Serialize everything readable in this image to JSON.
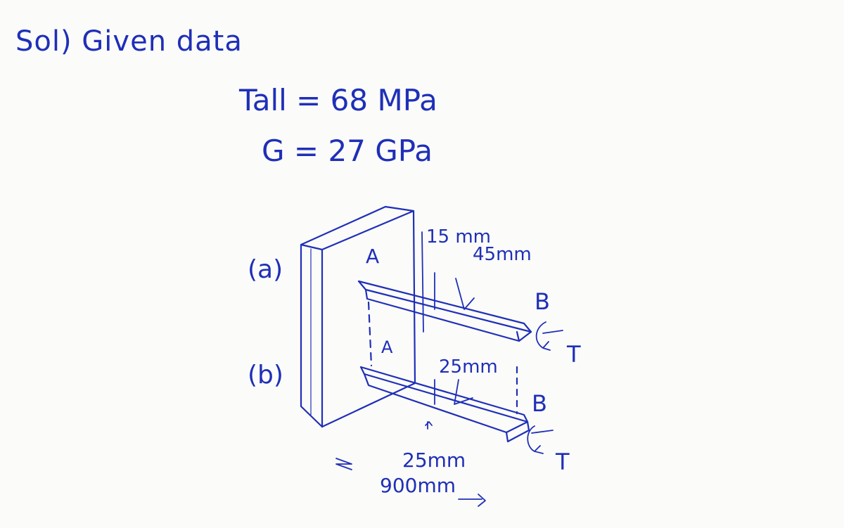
{
  "heading": "Sol) Given data",
  "given": [
    "Tall = 68 MPa",
    "G = 27 GPa"
  ],
  "figure": {
    "label_a": "(a)",
    "label_b": "(b)",
    "end_A_top": "A",
    "end_A_bottom": "A",
    "end_B_top": "B",
    "end_B_bottom": "B",
    "torque_top": "T",
    "torque_bottom": "T",
    "dim_15": "15 mm",
    "dim_45": "45mm",
    "dim_25_top": "25mm",
    "dim_25_bottom": "25mm",
    "dim_900": "900mm"
  },
  "ink_color": "#1f2fb8"
}
